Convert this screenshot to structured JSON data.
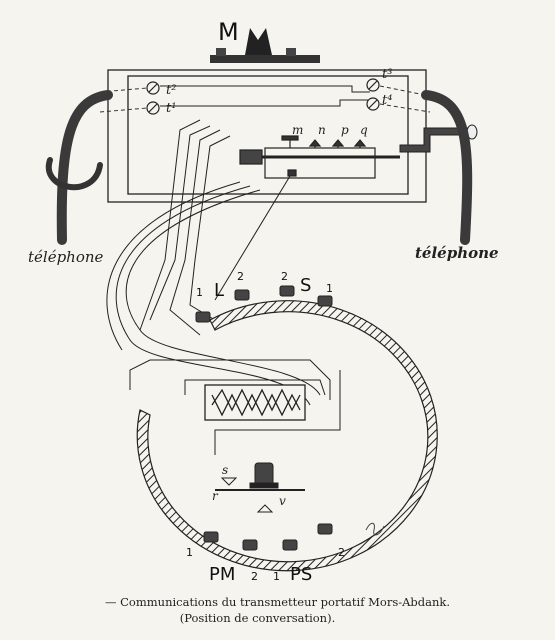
{
  "diagram": {
    "labels": {
      "M": "M",
      "t2": "t²",
      "t1": "t¹",
      "t3": "t³",
      "t4": "t⁴",
      "m": "m",
      "n": "n",
      "p": "p",
      "q": "q",
      "tel_left": "téléphone",
      "tel_right": "téléphone",
      "L": "L",
      "S": "S",
      "PM": "PM",
      "PS": "PS",
      "n1a": "1",
      "n2a": "2",
      "n2b": "2",
      "n1b": "1",
      "n1c": "1",
      "n2c": "2",
      "n1d": "1",
      "n2d": "2",
      "s": "s",
      "r": "r",
      "v": "v"
    },
    "caption_line1": "— Communications du transmetteur portatif Mors-Abdank.",
    "caption_line2": "(Position de conversation)."
  },
  "colors": {
    "ink": "#222222",
    "paper": "#f6f4ee",
    "cable": "#3a3a3a"
  }
}
